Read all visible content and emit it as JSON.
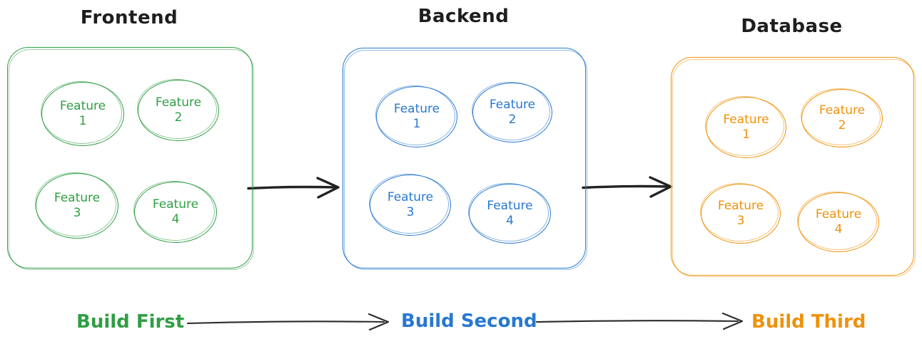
{
  "diagram": {
    "style": "hand-drawn sketch",
    "background_color": "#ffffff",
    "title_text_color": "#1e1e1e",
    "arrow_color": "#222222",
    "groups": [
      {
        "title": "Frontend",
        "color": "#2f9e44",
        "build_label": "Build First",
        "features": [
          {
            "line1": "Feature",
            "line2": "1"
          },
          {
            "line1": "Feature",
            "line2": "2"
          },
          {
            "line1": "Feature",
            "line2": "3"
          },
          {
            "line1": "Feature",
            "line2": "4"
          }
        ]
      },
      {
        "title": "Backend",
        "color": "#2878d0",
        "build_label": "Build Second",
        "features": [
          {
            "line1": "Feature",
            "line2": "1"
          },
          {
            "line1": "Feature",
            "line2": "2"
          },
          {
            "line1": "Feature",
            "line2": "3"
          },
          {
            "line1": "Feature",
            "line2": "4"
          }
        ]
      },
      {
        "title": "Database",
        "color": "#f0910a",
        "build_label": "Build Third",
        "features": [
          {
            "line1": "Feature",
            "line2": "1"
          },
          {
            "line1": "Feature",
            "line2": "2"
          },
          {
            "line1": "Feature",
            "line2": "3"
          },
          {
            "line1": "Feature",
            "line2": "4"
          }
        ]
      }
    ],
    "arrows": [
      {
        "from": "Frontend",
        "to": "Backend"
      },
      {
        "from": "Backend",
        "to": "Database"
      },
      {
        "from": "Build First",
        "to": "Build Second"
      },
      {
        "from": "Build Second",
        "to": "Build Third"
      }
    ]
  }
}
